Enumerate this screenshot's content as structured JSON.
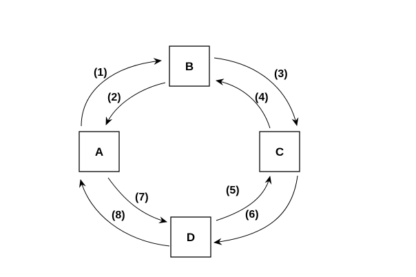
{
  "diagram": {
    "nodes": {
      "A": "A",
      "B": "B",
      "C": "C",
      "D": "D"
    },
    "edges": {
      "e1": "(1)",
      "e2": "(2)",
      "e3": "(3)",
      "e4": "(4)",
      "e5": "(5)",
      "e6": "(6)",
      "e7": "(7)",
      "e8": "(8)"
    },
    "colors": {
      "stroke": "#000000",
      "background": "#ffffff"
    }
  }
}
